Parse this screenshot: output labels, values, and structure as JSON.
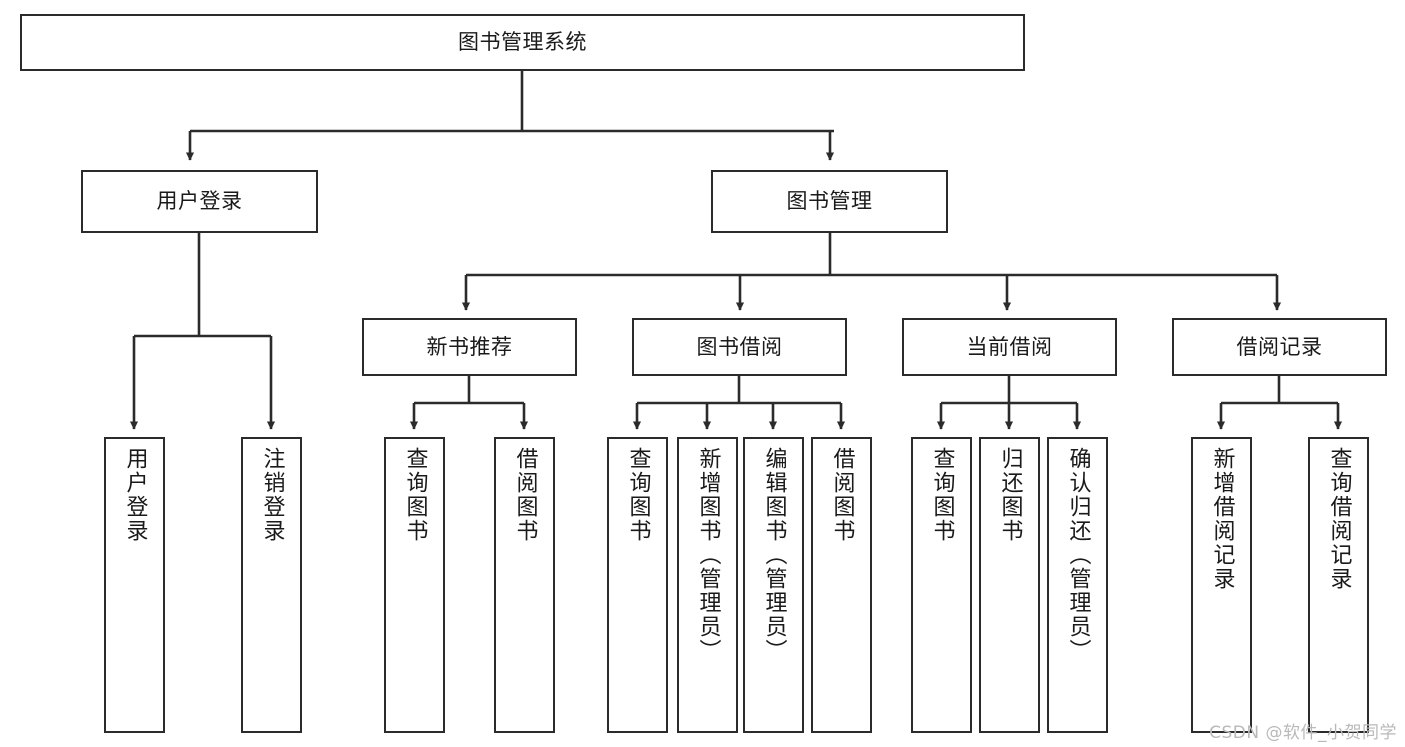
{
  "diagram": {
    "title": "图书管理系统",
    "type": "functional-structure-tree",
    "root": {
      "label": "图书管理系统"
    },
    "level2": [
      {
        "label": "用户登录"
      },
      {
        "label": "图书管理"
      }
    ],
    "level3": [
      {
        "label": "新书推荐"
      },
      {
        "label": "图书借阅"
      },
      {
        "label": "当前借阅"
      },
      {
        "label": "借阅记录"
      }
    ],
    "leaves": {
      "user_login": [
        {
          "label": "用户登录"
        },
        {
          "label": "注销登录"
        }
      ],
      "new_book_recommend": [
        {
          "label": "查询图书"
        },
        {
          "label": "借阅图书"
        }
      ],
      "book_borrow": [
        {
          "label": "查询图书"
        },
        {
          "label": "新增图书（管理员）"
        },
        {
          "label": "编辑图书（管理员）"
        },
        {
          "label": "借阅图书"
        }
      ],
      "current_borrow": [
        {
          "label": "查询图书"
        },
        {
          "label": "归还图书"
        },
        {
          "label": "确认归还（管理员）"
        }
      ],
      "borrow_record": [
        {
          "label": "新增借阅记录"
        },
        {
          "label": "查询借阅记录"
        }
      ]
    }
  },
  "watermark": {
    "text": "CSDN @软件_小贺同学"
  },
  "colors": {
    "stroke": "#2b2b2b",
    "fill": "#ffffff",
    "text": "#1a1a1a",
    "watermark": "#b9b9b9"
  }
}
